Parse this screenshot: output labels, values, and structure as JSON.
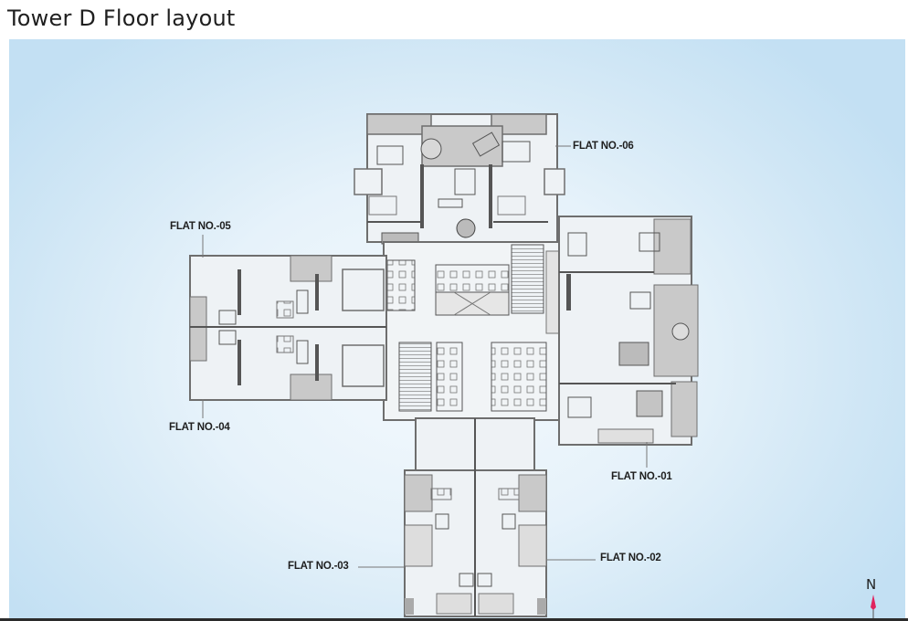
{
  "title": "Tower D Floor layout",
  "plan": {
    "flats": [
      {
        "id": "06",
        "label": "FLAT NO.-06"
      },
      {
        "id": "05",
        "label": "FLAT NO.-05"
      },
      {
        "id": "04",
        "label": "FLAT NO.-04"
      },
      {
        "id": "01",
        "label": "FLAT NO.-01"
      },
      {
        "id": "03",
        "label": "FLAT NO.-03"
      },
      {
        "id": "02",
        "label": "FLAT NO.-02"
      }
    ],
    "compass": {
      "letter": "N",
      "arrow_color": "#e0245e"
    },
    "colors": {
      "panel_light": "#f4f9fd",
      "panel_edge": "#c3e0f3",
      "wall": "#6e6e6e",
      "terrace": "#c9c9c9",
      "floor": "#eef2f5"
    }
  }
}
